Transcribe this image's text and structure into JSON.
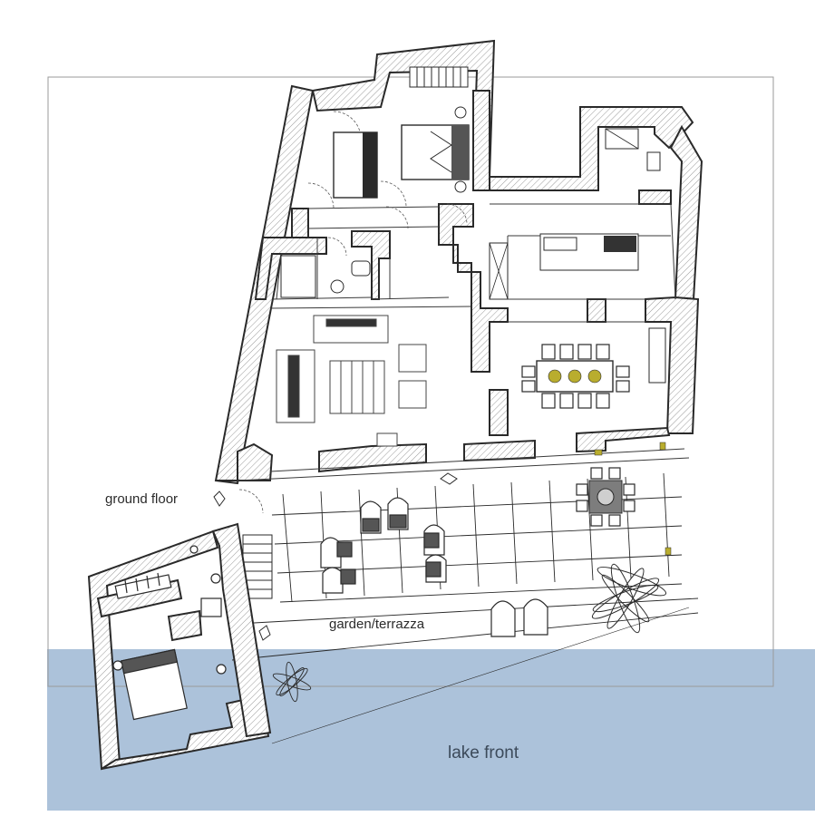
{
  "labels": {
    "ground_floor": "ground floor",
    "garden": "garden/terrazza",
    "lake_front": "lake front"
  },
  "colors": {
    "lake_fill": "#a8bfd8",
    "wall_stroke": "#2a2a2a",
    "wall_hatch": "#9a9a9a",
    "frame": "#9a9a9a",
    "table_accent": "#b9ad2e",
    "table_top": "#7d7d7d"
  },
  "icons": [
    "bed-icon",
    "sofa-icon",
    "dining-table-icon",
    "lounge-chair-icon",
    "palm-tree-icon",
    "kitchen-counter-icon",
    "wc-icon",
    "stairs-icon"
  ]
}
